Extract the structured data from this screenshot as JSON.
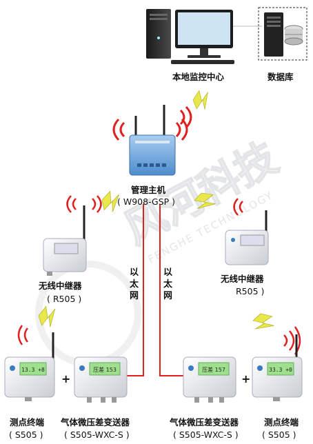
{
  "nodes": {
    "monitor_center": "本地监控中心",
    "database": "数据库",
    "host_name": "管理主机",
    "host_model": "( W908-GSP )",
    "repeater_left_name": "无线中继器",
    "repeater_left_model": "( R505 )",
    "repeater_right_name": "无线中继器",
    "repeater_right_model": "R505 )",
    "terminal_left_name": "测点终端",
    "terminal_left_model": "( S505 )",
    "pressure_left_name": "气体微压差变送器",
    "pressure_left_model": "( S505-WXC-S )",
    "pressure_right_name": "气体微压差变送器",
    "pressure_right_model": "( S505-WXC-S )",
    "terminal_right_name": "测点终端",
    "terminal_right_model": "( S505 )"
  },
  "links": {
    "ethernet_left": [
      "以",
      "太",
      "网"
    ],
    "ethernet_right": [
      "以",
      "太",
      "网"
    ],
    "plus_symbol": "+"
  },
  "watermark": {
    "brand_cn": "风河科技",
    "brand_en": "FENGHE TECHNOLOGY"
  },
  "device_screens": {
    "terminal_left": "13.3 +8",
    "pressure_left": "压差 153",
    "pressure_right": "压差 157",
    "terminal_right": "33.3 +0"
  },
  "colors": {
    "wired_line": "#e0201c",
    "wireless_bolt": "#e8e84a",
    "signal_arc": "#e02020",
    "device_body": "#eef0f2",
    "screen_green": "#9ee08c",
    "host_body": "#78aee0"
  }
}
